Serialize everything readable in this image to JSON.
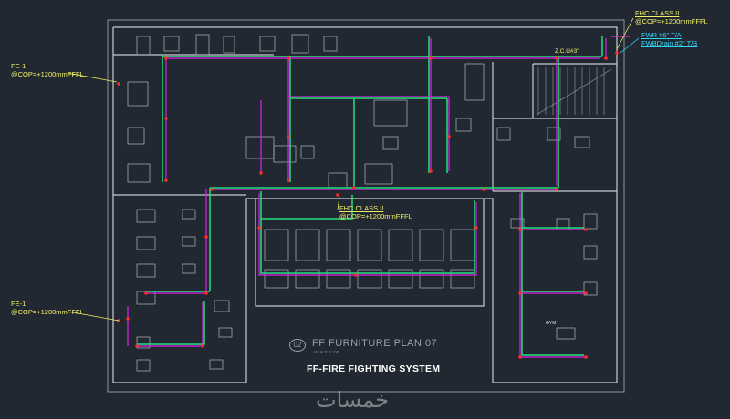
{
  "labels": {
    "fhc_top_1": "FHC CLASS II",
    "fhc_top_2": "@COP=+1200mmFFFL",
    "fwr": "FWR #6\" T/A",
    "fwbdrain": "FWBDrain #2\" T/B",
    "zcu": "Z.C.U#3\"",
    "fe_left_1": "FE-1",
    "fe_left_2": "@COP=+1200mmFFFL",
    "fe_low_1": "FE-1",
    "fe_low_2": "@COP=+1200mmFFFL",
    "fhc_mid_1": "FHC CLASS II",
    "fhc_mid_2": "@COP=+1200mmFFFL",
    "dining_hall": "GYM"
  },
  "plan": {
    "number": "02",
    "name": "FF FURNITURE PLAN 07",
    "scale": "SCALE 1:100"
  },
  "title": "FF-FIRE FIGHTING SYSTEM",
  "watermark": "خمسات",
  "colors": {
    "background": "#222831",
    "pipe_green": "#22e07a",
    "pipe_magenta": "#e020e8",
    "walls": "#c9ccd0",
    "label_yellow": "#f2f26a",
    "label_cyan": "#37d5f5",
    "node_red": "#ff2a2a"
  }
}
